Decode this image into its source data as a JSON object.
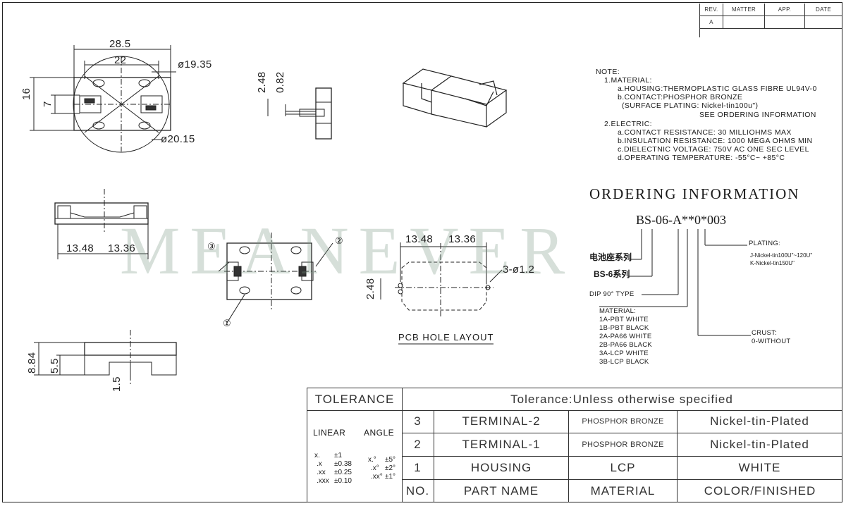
{
  "revision_table": {
    "headers": [
      "REV.",
      "MATTER",
      "APP.",
      "DATE"
    ],
    "row": [
      "A",
      "",
      "",
      ""
    ]
  },
  "dimensions": {
    "top_width_outer": "28.5",
    "top_width_inner": "22",
    "dia_1": "ø19.35",
    "dia_2": "ø20.15",
    "height_outer": "16",
    "height_inner": "7",
    "side_a": "2.48",
    "side_b": "0.82",
    "front_left": "13.48",
    "front_right": "13.36",
    "pcb_left": "13.48",
    "pcb_right": "13.36",
    "pcb_holes": "3-ø1.2",
    "pcb_height": "2.48",
    "bottom_a": "8.84",
    "bottom_b": "5.5",
    "bottom_c": "1.5"
  },
  "callouts": {
    "c1": "①",
    "c2": "②",
    "c3": "③"
  },
  "pcb_label": "PCB HOLE LAYOUT",
  "notes": {
    "header": "NOTE:",
    "lines": [
      "1.MATERIAL:",
      "a.HOUSING:THERMOPLASTIC GLASS FIBRE UL94V-0",
      "b.CONTACT:PHOSPHOR BRONZE",
      "(SURFACE PLATING: Nickel-tin100u\")",
      "SEE ORDERING INFORMATION",
      "2.ELECTRIC:",
      "a.CONTACT RESISTANCE: 30 MILLIOHMS MAX",
      "b.INSULATION RESISTANCE: 1000 MEGA OHMS MIN",
      "c.DIELECTNIC VOLTAGE: 750V AC ONE SEC LEVEL",
      "d.OPERATING TEMPERATURE: -55°C~ +85°C"
    ]
  },
  "ordering": {
    "title": "ORDERING INFORMATION",
    "code": "BS-06-A**0*003",
    "series_cn": "电池座系列",
    "series_bs": "BS-6系列",
    "dip": "DIP 90° TYPE",
    "material_header": "MATERIAL:",
    "materials": [
      "1A-PBT WHITE",
      "1B-PBT BLACK",
      "2A-PA66 WHITE",
      "2B-PA66 BLACK",
      "3A-LCP WHITE",
      "3B-LCP BLACK"
    ],
    "crust_header": "CRUST:",
    "crust": "0-WITHOUT",
    "plating_header": "PLATING:",
    "plating": [
      "J-Nickel-tin100U\"~120U\"",
      "K-Nickel-tin150U\""
    ]
  },
  "watermark": "MEANEVER",
  "title_block": {
    "tolerance_label": "TOLERANCE",
    "tolerance_note": "Tolerance:Unless otherwise specified",
    "linear": "LINEAR",
    "angle": "ANGLE",
    "linear_vals": [
      [
        "x.",
        "±1"
      ],
      [
        ".x",
        "±0.38"
      ],
      [
        ".xx",
        "±0.25"
      ],
      [
        ".xxx",
        "±0.10"
      ]
    ],
    "angle_vals": [
      [
        "x.°",
        "±5°"
      ],
      [
        ".x°",
        "±2°"
      ],
      [
        ".xx°",
        "±1°"
      ]
    ],
    "rows": [
      {
        "no": "3",
        "part": "TERMINAL-2",
        "material": "PHOSPHOR BRONZE",
        "finish": "Nickel-tin-Plated"
      },
      {
        "no": "2",
        "part": "TERMINAL-1",
        "material": "PHOSPHOR BRONZE",
        "finish": "Nickel-tin-Plated"
      },
      {
        "no": "1",
        "part": "HOUSING",
        "material": "LCP",
        "finish": "WHITE"
      }
    ],
    "headers": {
      "no": "NO.",
      "part": "PART NAME",
      "material": "MATERIAL",
      "finish": "COLOR/FINISHED"
    }
  }
}
